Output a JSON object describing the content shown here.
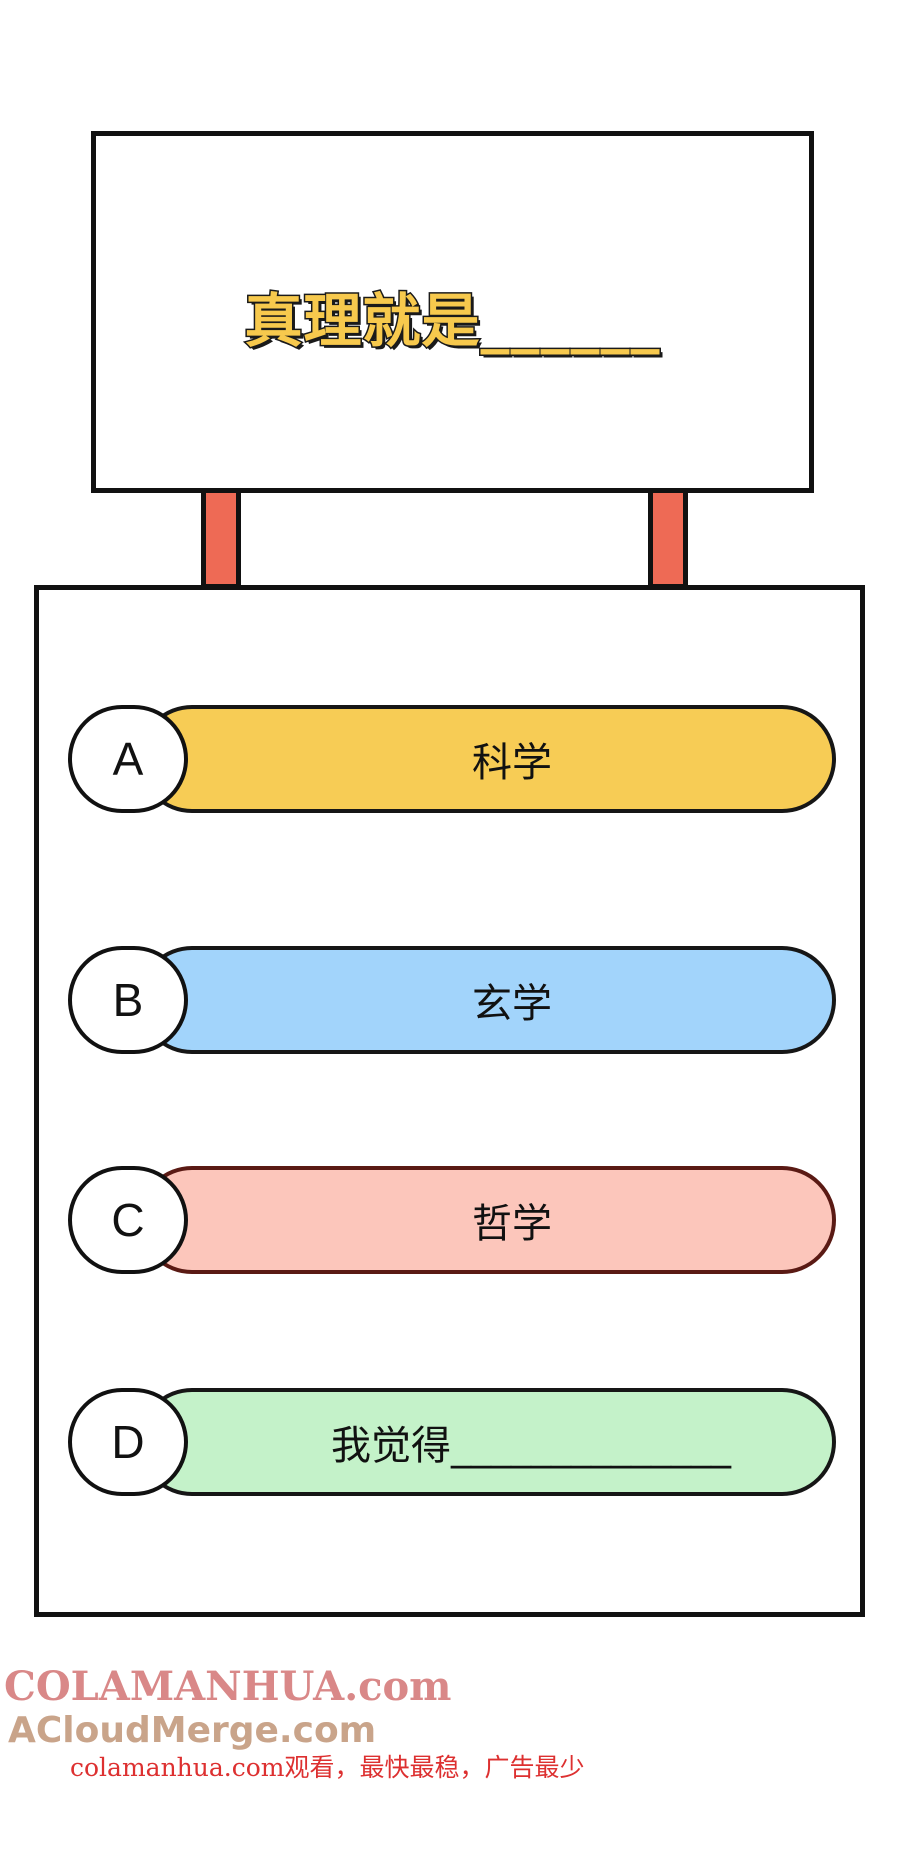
{
  "question": "真理就是______",
  "options": [
    {
      "letter": "A",
      "text": "科学",
      "color": "#f7cc55"
    },
    {
      "letter": "B",
      "text": "玄学",
      "color": "#a2d4fb"
    },
    {
      "letter": "C",
      "text": "哲学",
      "color": "#fcc6bb"
    },
    {
      "letter": "D",
      "text": "我觉得______________",
      "color": "#c4f2c9"
    }
  ],
  "watermark": {
    "line1": "COLAMANHUA.com",
    "line2": "ACloudMerge.com",
    "line3": "colamanhua.com观看，最快最稳，广告最少"
  }
}
